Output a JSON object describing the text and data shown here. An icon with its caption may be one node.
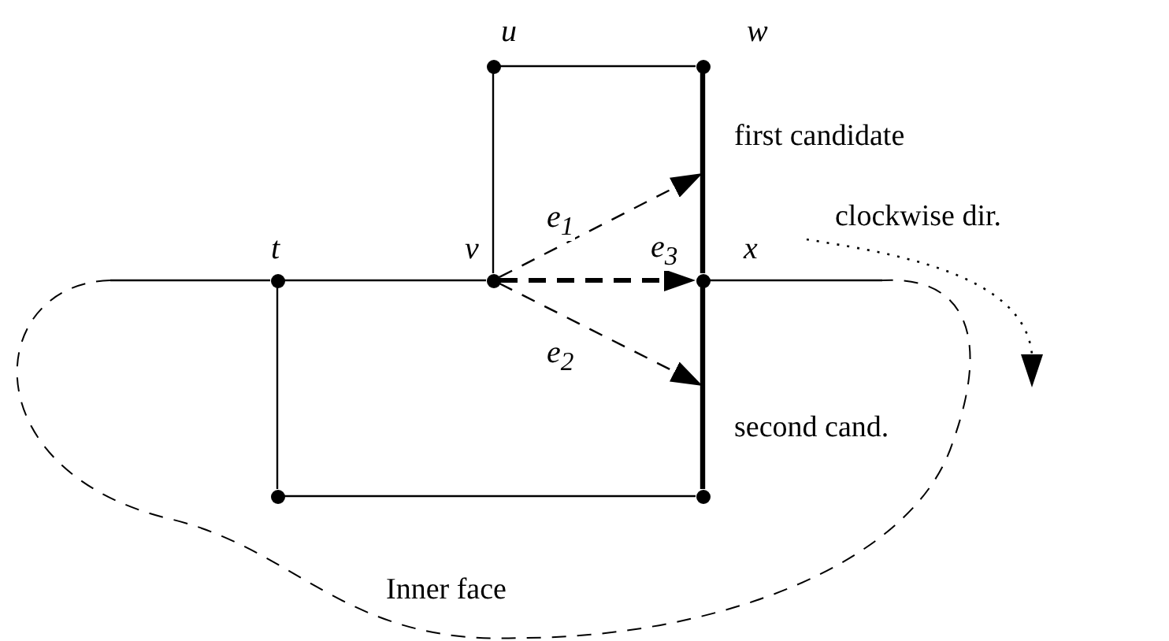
{
  "diagram": {
    "nodes": [
      {
        "text": [],
        "shape": "circle",
        "beside": [
          "u"
        ]
      },
      {
        "text": [],
        "shape": "circle",
        "beside": [
          "w"
        ]
      },
      {
        "text": [],
        "shape": "circle",
        "beside": [
          "t"
        ]
      },
      {
        "text": [],
        "shape": "circle",
        "beside": [
          "v"
        ]
      },
      {
        "text": [],
        "shape": "circle",
        "beside": [
          "x"
        ]
      },
      {
        "text": [],
        "shape": "circle"
      },
      {
        "text": [],
        "shape": "circle"
      }
    ],
    "edges": [
      {
        "from": 0,
        "to": 1,
        "arrow": "none"
      },
      {
        "from": 0,
        "to": 3,
        "arrow": "none"
      },
      {
        "from": 1,
        "to": 4,
        "arrow": "none",
        "style": "thick"
      },
      {
        "from": null,
        "to": 2,
        "arrow": "none"
      },
      {
        "from": 2,
        "to": 3,
        "arrow": "none"
      },
      {
        "from": 4,
        "to": null,
        "arrow": "none"
      },
      {
        "from": 2,
        "to": 5,
        "arrow": "none"
      },
      {
        "from": 5,
        "to": 6,
        "arrow": "none"
      },
      {
        "from": 4,
        "to": 6,
        "arrow": "none",
        "style": "thick"
      },
      {
        "from": 3,
        "to": null,
        "arrow": "to",
        "style": "dashed",
        "label": "e$_{1}$"
      },
      {
        "from": 3,
        "to": 4,
        "arrow": "to",
        "style": "dashed",
        "label": "e$_{3}$"
      },
      {
        "from": 3,
        "to": null,
        "arrow": "to",
        "style": "dashed",
        "label": "e$_{2}$"
      }
    ],
    "labels": [
      "first candidate",
      "clockwise dir.",
      "second cand.",
      "Inner face"
    ]
  }
}
